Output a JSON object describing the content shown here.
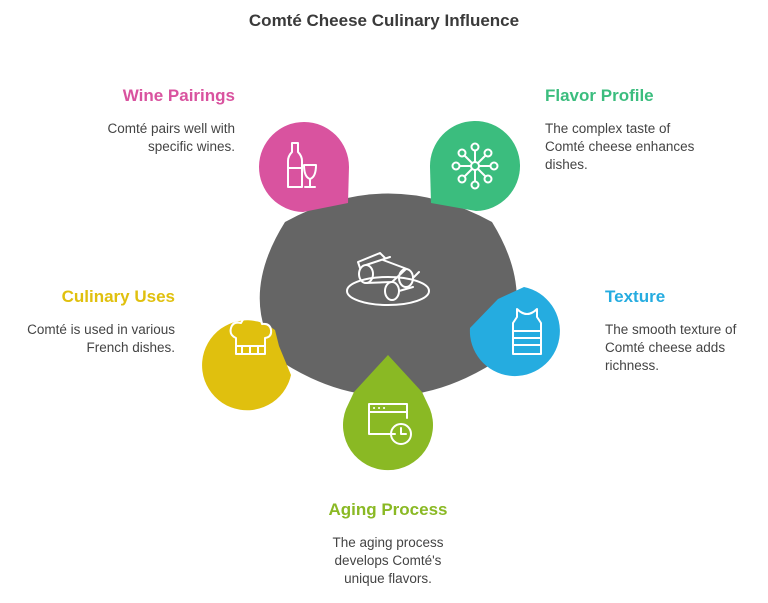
{
  "title": "Comté Cheese Culinary Influence",
  "colors": {
    "center": "#656565",
    "wine": "#d9539f",
    "flavor": "#3bbd7e",
    "texture": "#25ace0",
    "aging": "#8ab924",
    "culinary": "#e0c00e"
  },
  "items": [
    {
      "label": "Wine Pairings",
      "icon": "wine-bottle-glass-icon",
      "lines": [
        "Comté pairs well with",
        "specific wines."
      ]
    },
    {
      "label": "Flavor Profile",
      "icon": "molecule-network-icon",
      "lines": [
        "The complex taste of",
        "Comté cheese enhances",
        "dishes."
      ]
    },
    {
      "label": "Texture",
      "icon": "tank-top-icon",
      "lines": [
        "The smooth texture of",
        "Comté cheese adds",
        "richness."
      ]
    },
    {
      "label": "Aging Process",
      "icon": "calendar-clock-icon",
      "lines": [
        "The aging process",
        "develops Comté's",
        "unique flavors."
      ]
    },
    {
      "label": "Culinary Uses",
      "icon": "chef-hat-icon",
      "lines": [
        "Comté is used in various",
        "French dishes."
      ]
    }
  ],
  "center_icon": "cheese-rolls-plate-icon"
}
